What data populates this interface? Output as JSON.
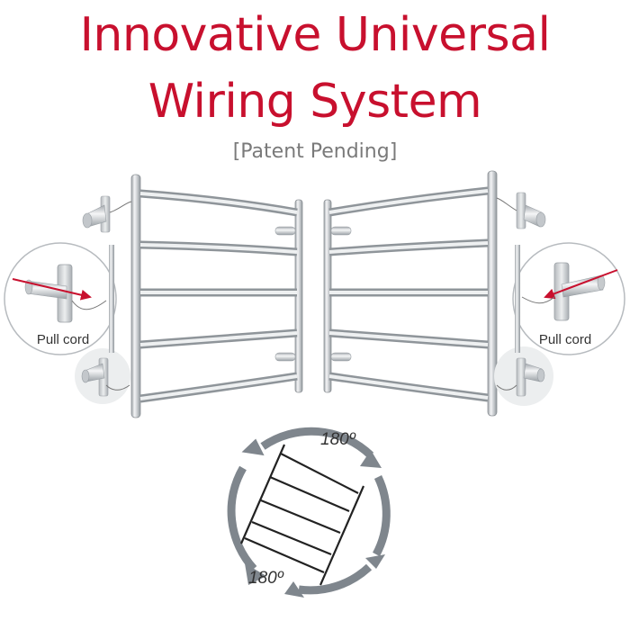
{
  "title_line1": "Innovative Universal",
  "title_line2": "Wiring System",
  "subtitle": "[Patent Pending]",
  "callout_left_label": "Pull cord",
  "callout_right_label": "Pull cord",
  "rotation_top_label": "180º",
  "rotation_bottom_label": "180º",
  "colors": {
    "title": "#c8102e",
    "steel": "#c9ccd0",
    "arrow": "#7f868d"
  }
}
